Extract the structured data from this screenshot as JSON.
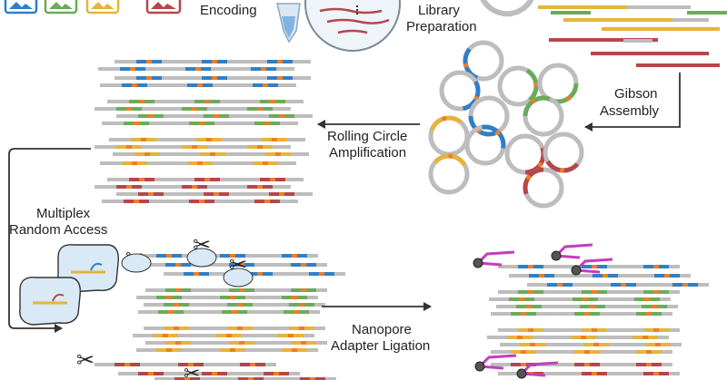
{
  "labels": {
    "encoding": "Encoding",
    "library_prep_1": "Library",
    "library_prep_2": "Preparation",
    "gibson_1": "Gibson",
    "gibson_2": "Assembly",
    "rca_1": "Rolling Circle",
    "rca_2": "Amplification",
    "multiplex_1": "Multiplex",
    "multiplex_2": "Random Access",
    "nanopore_1": "Nanopore",
    "nanopore_2": "Adapter Ligation"
  },
  "colors": {
    "blue": "#2f7fc8",
    "green": "#6aab5a",
    "yellow": "#e6b43c",
    "red": "#b5474b",
    "orange": "#f07d26",
    "backbone": "#bdbdbd",
    "adapter": "#c43cc0",
    "arrow": "#333333"
  },
  "icons": [
    "file-icon",
    "scissors-icon",
    "cas-complex-icon",
    "nanopore-motor-icon",
    "tube-icon",
    "magnifier-icon",
    "plasmid-icon"
  ]
}
